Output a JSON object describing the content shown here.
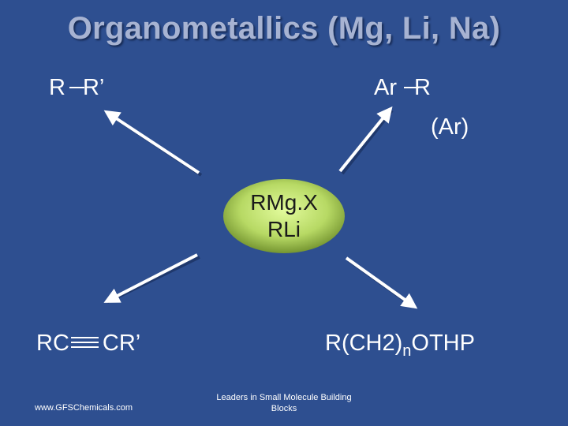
{
  "title": "Organometallics (Mg, Li, Na)",
  "nodes": {
    "top_left": {
      "left": "R",
      "right": "R’"
    },
    "top_right": {
      "left": "Ar",
      "right": "R",
      "sub": "(Ar)"
    },
    "center": {
      "line1": "RMg.X",
      "line2": "RLi"
    },
    "bottom_left": {
      "left": "RC",
      "right": "CR’"
    },
    "bottom_right": {
      "prefix": "R(CH2)",
      "subscript": "n",
      "suffix": "OTHP"
    }
  },
  "footer": {
    "website": "www.GFSChemicals.com",
    "tagline_line1": "Leaders in Small Molecule Building",
    "tagline_line2": "Blocks"
  },
  "colors": {
    "background": "#2e4f90",
    "title": "#a7b3d2",
    "center_fill_inner": "#d6f58a",
    "center_fill_outer": "#6f8f2c"
  }
}
